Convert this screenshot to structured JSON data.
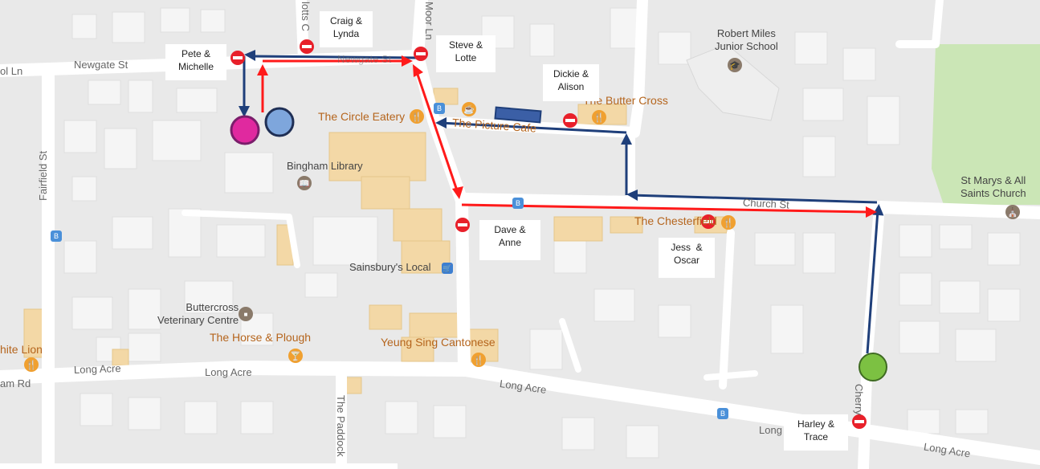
{
  "streets": {
    "newgate_st": "Newgate St",
    "newgate_st_faded": "Newgate St",
    "newgate_left": "ol Ln",
    "fairfield_st": "Fairfield St",
    "moor_ln": "Moor Ln",
    "lotts_c": "lotts C",
    "church_st": "Church St",
    "long_acre_left1": "Long Acre",
    "long_acre_left2": "Long Acre",
    "long_acre_mid": "Long Acre",
    "long_acre_right": "Long Acre",
    "long_acre_partial": "Long",
    "the_paddock": "The Paddock",
    "cherry": "Cherry",
    "am_rd": "am Rd"
  },
  "places": {
    "robert_miles": "Robert Miles\nJunior School",
    "butter_cross": "The Butter Cross",
    "circle_eatery": "The Circle Eatery",
    "picture_cafe": "The Picture Cafe",
    "bingham_library": "Bingham Library",
    "st_marys": "St Marys & All\nSaints Church",
    "chesterfield": "The Chesterfield",
    "sainsburys": "Sainsbury's Local",
    "buttercross_vet": "Buttercross\nVeterinary Centre",
    "horse_plough": "The Horse & Plough",
    "yeung_sing": "Yeung Sing Cantonese",
    "white_lion": "hite Lion"
  },
  "icons": {
    "restaurant": "🍴",
    "cafe": "☕",
    "library": "📖",
    "bus": "B",
    "school": "🎓",
    "church": "⛪",
    "cart": "🛒",
    "vet": "■",
    "cocktail": "🍸"
  },
  "callouts": {
    "pete_michelle": "Pete &\nMichelle",
    "craig_lynda": "Craig &\nLynda",
    "steve_lotte": "Steve &\nLotte",
    "dickie_alison": "Dickie &\nAlison",
    "dave_anne": "Dave &\nAnne",
    "jess_oscar": "Jess  &\nOscar",
    "harley_trace": "Harley &\nTrace"
  },
  "colors": {
    "route_blue": "#1f3f7a",
    "route_red": "#ff1a1a",
    "marker_pink": "#e0299f",
    "marker_lightblue": "#7ea6dc",
    "marker_green": "#7cc142",
    "no_entry_red": "#e8202a",
    "park_green": "#c8e6b4",
    "building_tan": "#f5ddb0"
  }
}
